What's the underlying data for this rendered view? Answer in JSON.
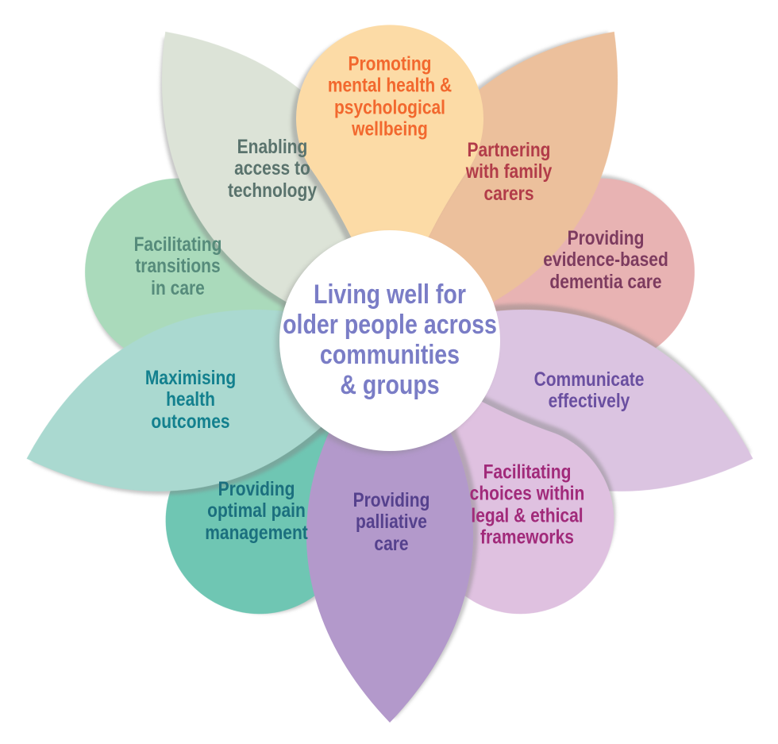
{
  "diagram_title": "Living well for older people across communities & groups",
  "center": {
    "label": "Living well for\nolder people across\ncommunities\n& groups",
    "fill": "#ffffff",
    "text_color": "#7a7dc6"
  },
  "petals": [
    {
      "id": "promoting-mental-health",
      "label": "Promoting\nmental health &\npsychological\nwellbeing",
      "fill": "#fcdba6",
      "text_color": "#f2682e",
      "shape": "round",
      "position": "top"
    },
    {
      "id": "partnering-family-carers",
      "label": "Partnering\nwith family\ncarers",
      "fill": "#ecc09c",
      "text_color": "#b23c49",
      "shape": "leaf",
      "position": "top-right"
    },
    {
      "id": "evidence-based-dementia-care",
      "label": "Providing\nevidence-based\ndementia care",
      "fill": "#e8b3b3",
      "text_color": "#7d3b5f",
      "shape": "round",
      "position": "right-upper"
    },
    {
      "id": "communicate-effectively",
      "label": "Communicate\neffectively",
      "fill": "#dbc4e1",
      "text_color": "#6a4fa0",
      "shape": "leaf",
      "position": "right-lower"
    },
    {
      "id": "choices-legal-ethical",
      "label": "Facilitating\nchoices within\nlegal & ethical\nframeworks",
      "fill": "#dfc1e0",
      "text_color": "#a12a7a",
      "shape": "round",
      "position": "bottom-right"
    },
    {
      "id": "palliative-care",
      "label": "Providing\npalliative\ncare",
      "fill": "#b399cb",
      "text_color": "#55418d",
      "shape": "leaf",
      "position": "bottom"
    },
    {
      "id": "optimal-pain-management",
      "label": "Providing\noptimal pain\nmanagement",
      "fill": "#6fc6b3",
      "text_color": "#1b6f7e",
      "shape": "round",
      "position": "bottom-left"
    },
    {
      "id": "maximising-health-outcomes",
      "label": "Maximising\nhealth\noutcomes",
      "fill": "#aad9d0",
      "text_color": "#13808e",
      "shape": "leaf",
      "position": "left-lower"
    },
    {
      "id": "transitions-in-care",
      "label": "Facilitating\ntransitions\nin care",
      "fill": "#aadabb",
      "text_color": "#568b7b",
      "shape": "round",
      "position": "left-upper"
    },
    {
      "id": "enabling-access-technology",
      "label": "Enabling\naccess to\ntechnology",
      "fill": "#dce3d7",
      "text_color": "#5a736d",
      "shape": "leaf",
      "position": "top-left"
    }
  ]
}
